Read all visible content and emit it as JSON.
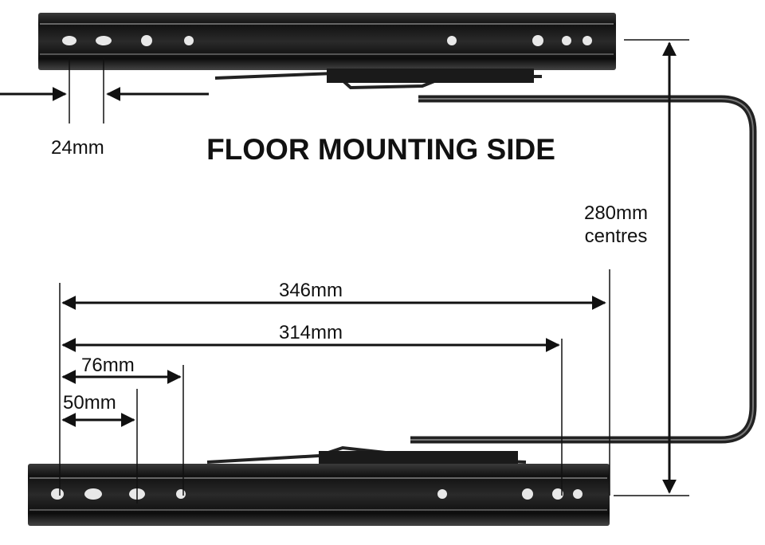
{
  "title": "FLOOR MOUNTING SIDE",
  "dimensions": {
    "hole_spacing": "24mm",
    "rail_centres_line1": "280mm",
    "rail_centres_line2": "centres",
    "overall": "346mm",
    "outer_holes": "314mm",
    "mid_holes": "76mm",
    "near_holes": "50mm"
  },
  "colors": {
    "rail": "#1c1c1c",
    "rail_highlight": "#5a5a5a",
    "background": "#ffffff"
  }
}
